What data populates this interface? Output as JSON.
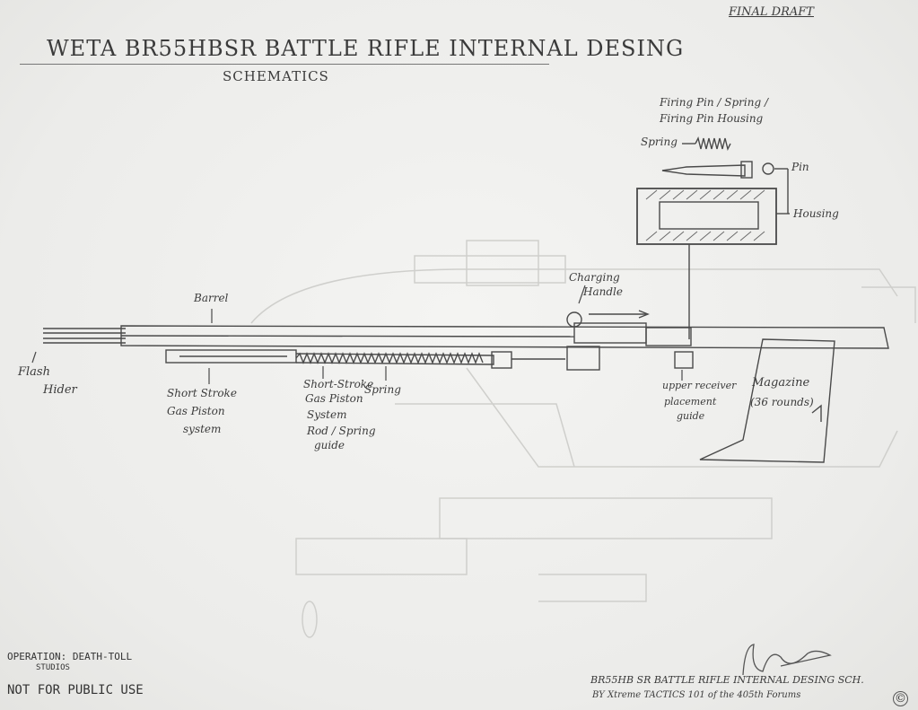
{
  "header": {
    "title": "WETA BR55HBSR  BATTLE RIFLE  INTERNAL DESING",
    "subtitle": "SCHEMATICS",
    "stamp": "FINAL DRAFT"
  },
  "labels": {
    "firing_pin_header_1": "Firing Pin / Spring /",
    "firing_pin_header_2": "Firing Pin Housing",
    "spring_top": "Spring",
    "pin": "Pin",
    "housing": "Housing",
    "charging_handle_1": "Charging",
    "charging_handle_2": "Handle",
    "barrel": "Barrel",
    "flash_hider_1": "Flash",
    "flash_hider_2": "Hider",
    "short_stroke_1": "Short Stroke",
    "short_stroke_2": "Gas Piston",
    "short_stroke_3": "system",
    "rod_guide_1": "Short-Stroke",
    "rod_guide_2": "Gas Piston",
    "rod_guide_3": "System",
    "rod_guide_4": "Rod / Spring",
    "rod_guide_5": "guide",
    "spring_lower": "Spring",
    "upper_receiver_1": "upper receiver",
    "upper_receiver_2": "placement",
    "upper_receiver_3": "guide",
    "magazine_1": "Magazine",
    "magazine_2": "(36 rounds)"
  },
  "footer": {
    "studio_1": "OPERATION: DEATH-TOLL",
    "studio_2": "STUDIOS",
    "notice": "NOT FOR PUBLIC USE",
    "credit_1": "BR55HB SR BATTLE RIFLE INTERNAL DESING SCH.",
    "credit_2": "BY Xtreme TACTICS 101 of the 405th Forums",
    "copyright_mark": "©"
  },
  "colors": {
    "pencil": "#4a4a4a",
    "faint": "#c8c8c6",
    "paper": "#efefed"
  }
}
